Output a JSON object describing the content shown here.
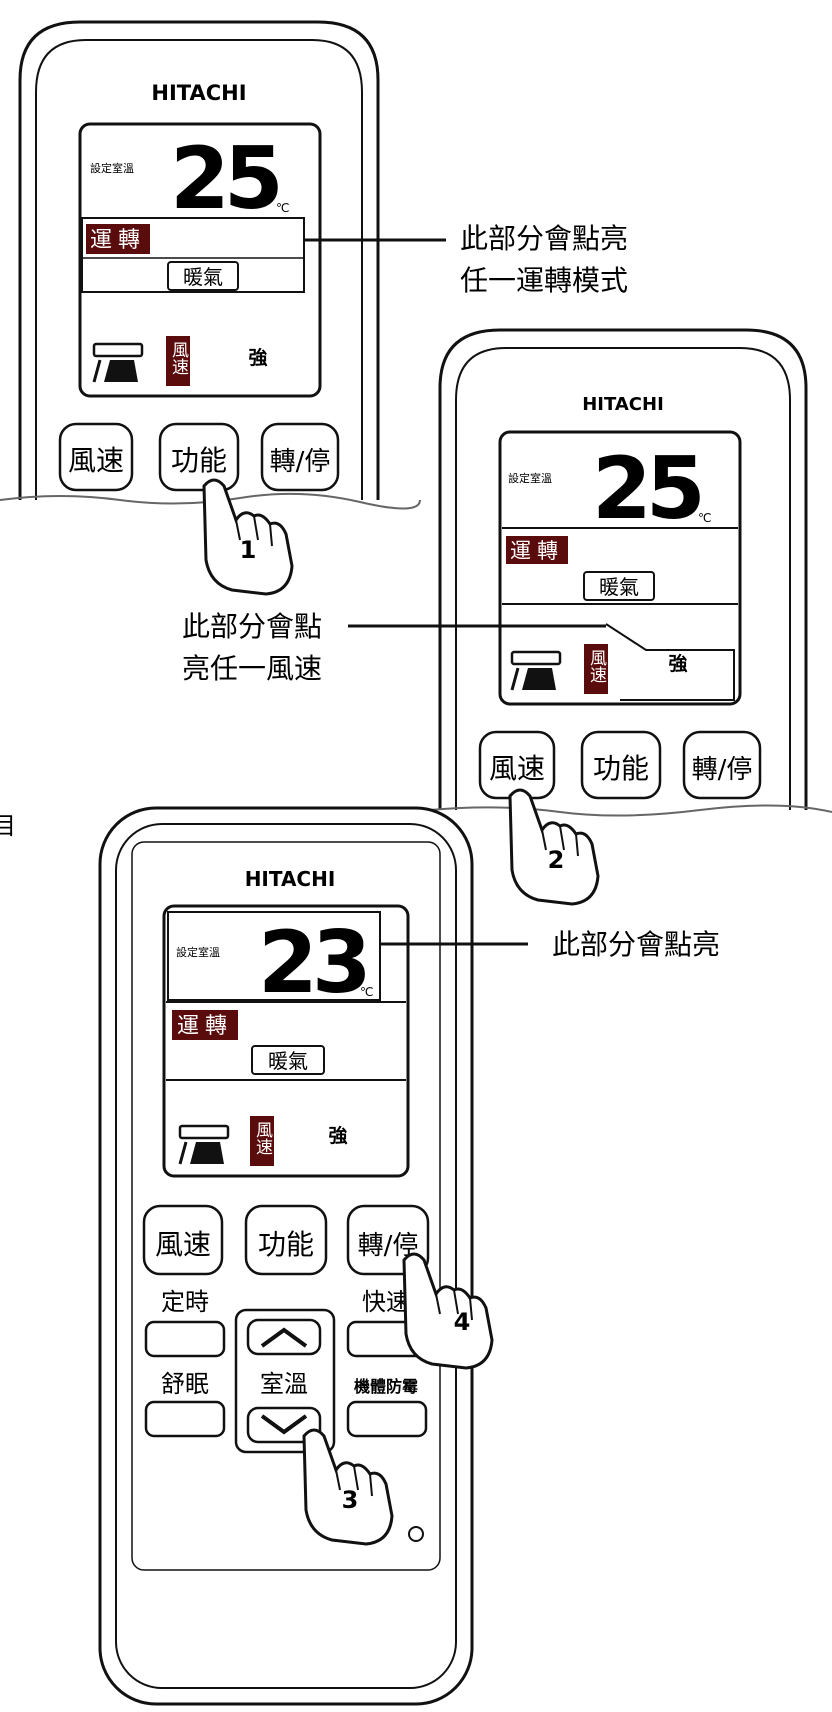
{
  "remotes": [
    {
      "brand": "HITACHI",
      "set_temp_label": "設定室溫",
      "temp_value": "25",
      "temp_unit": "℃",
      "mode_label": "運轉",
      "mode_value": "暖氣",
      "fan_label": "風速",
      "fan_value": "強",
      "buttons": [
        "風速",
        "功能",
        "轉/停"
      ]
    },
    {
      "brand": "HITACHI",
      "set_temp_label": "設定室溫",
      "temp_value": "25",
      "temp_unit": "℃",
      "mode_label": "運轉",
      "mode_value": "暖氣",
      "fan_label": "風速",
      "fan_value": "強",
      "buttons": [
        "風速",
        "功能",
        "轉/停"
      ]
    },
    {
      "brand": "HITACHI",
      "set_temp_label": "設定室溫",
      "temp_value": "23",
      "temp_unit": "℃",
      "mode_label": "運轉",
      "mode_value": "暖氣",
      "fan_label": "風速",
      "fan_value": "強",
      "buttons": [
        "風速",
        "功能",
        "轉/停"
      ],
      "timer_label": "定時",
      "quick_label": "快速",
      "sleep_label": "舒眠",
      "room_temp_label": "室溫",
      "anti_mold_label": "機體防霉"
    }
  ],
  "callouts": {
    "mode": [
      "此部分會點亮",
      "任一運轉模式"
    ],
    "fan": [
      "此部分會點",
      "亮任一風速"
    ],
    "temp": [
      "此部分會點亮"
    ]
  },
  "steps": [
    "1",
    "2",
    "3",
    "4"
  ],
  "edge_glyph": "目",
  "colors": {
    "badge": "#5a0b0b",
    "badge_text": "#ffffff",
    "outline": "#111111"
  }
}
